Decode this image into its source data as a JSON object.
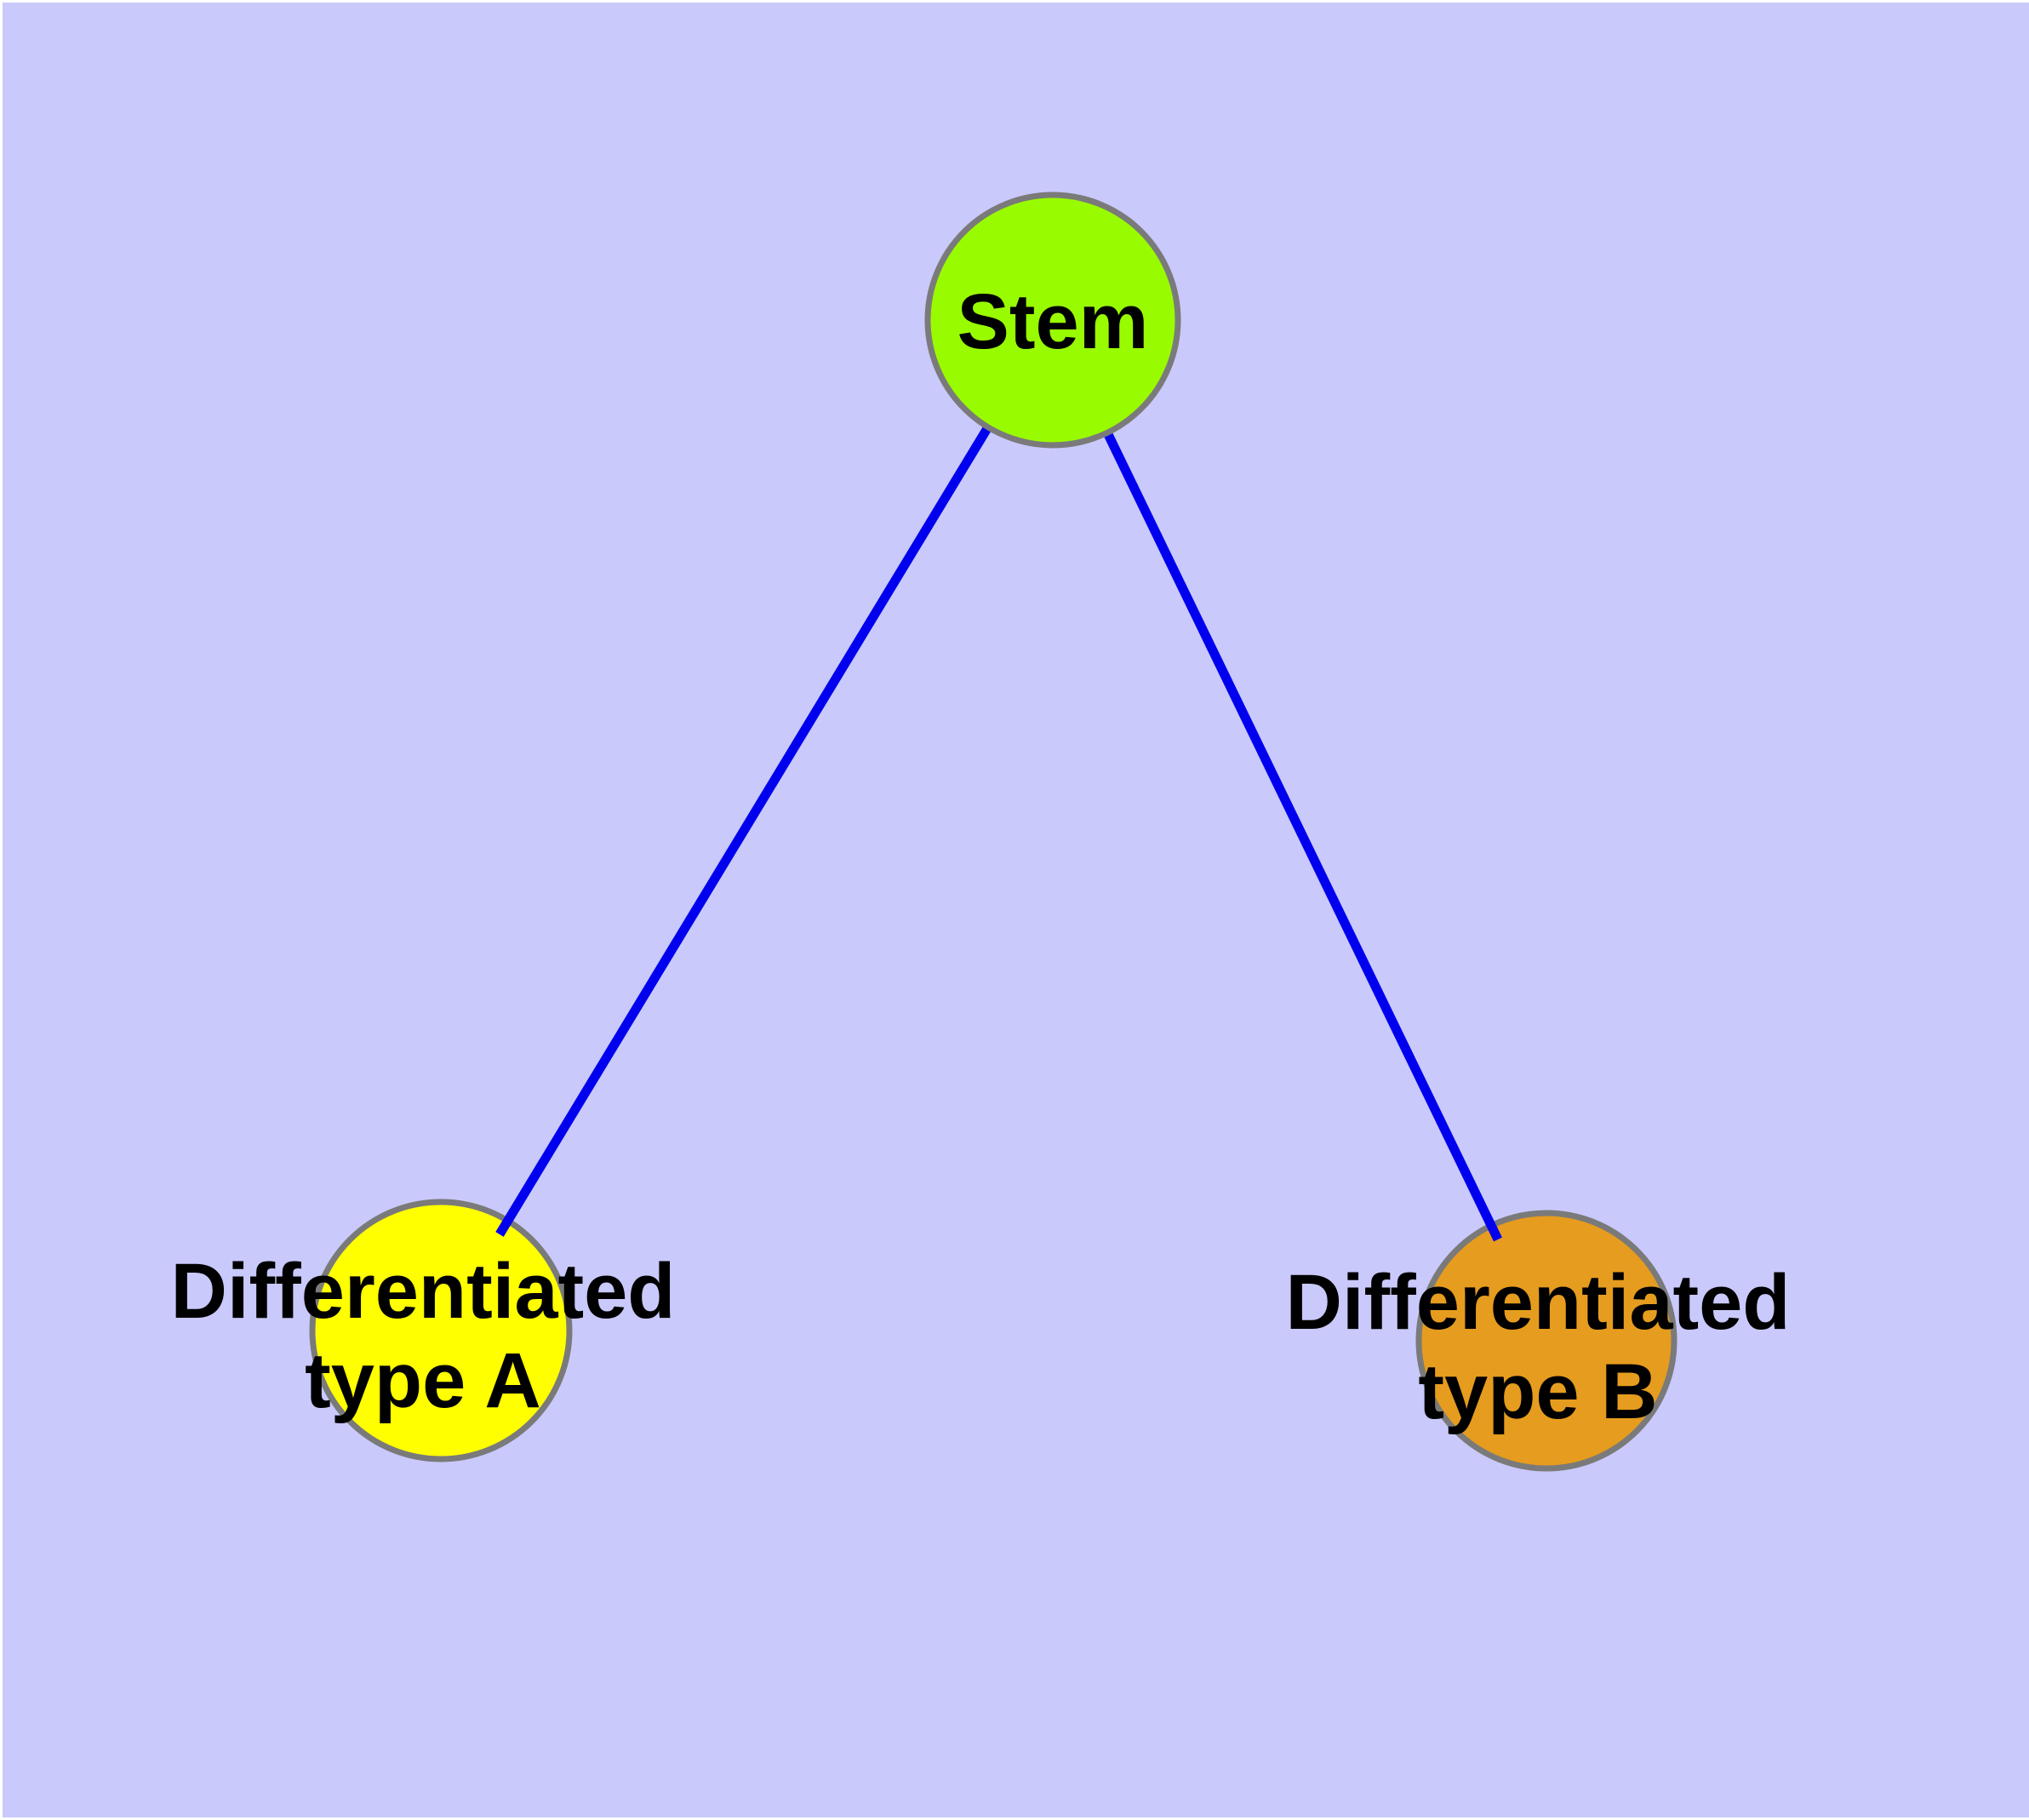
{
  "canvas": {
    "background_color": "#C9C9FB",
    "frame_color": "#FFFFFF"
  },
  "node_style": {
    "border_color": "#7A7A7A",
    "label_color": "#000000"
  },
  "nodes": [
    {
      "id": "stem",
      "lines": [
        "Stem"
      ],
      "fill": "#99FB00"
    },
    {
      "id": "differentiated-type-a",
      "lines": [
        "Differentiated",
        "type A"
      ],
      "fill": "#FFFF00"
    },
    {
      "id": "differentiated-type-b",
      "lines": [
        "Differentiated",
        "type B"
      ],
      "fill": "#E69C1E"
    }
  ],
  "edges": [
    {
      "from": "stem",
      "to": "differentiated-type-a",
      "color": "#0000EE"
    },
    {
      "from": "stem",
      "to": "differentiated-type-b",
      "color": "#0000EE"
    }
  ]
}
